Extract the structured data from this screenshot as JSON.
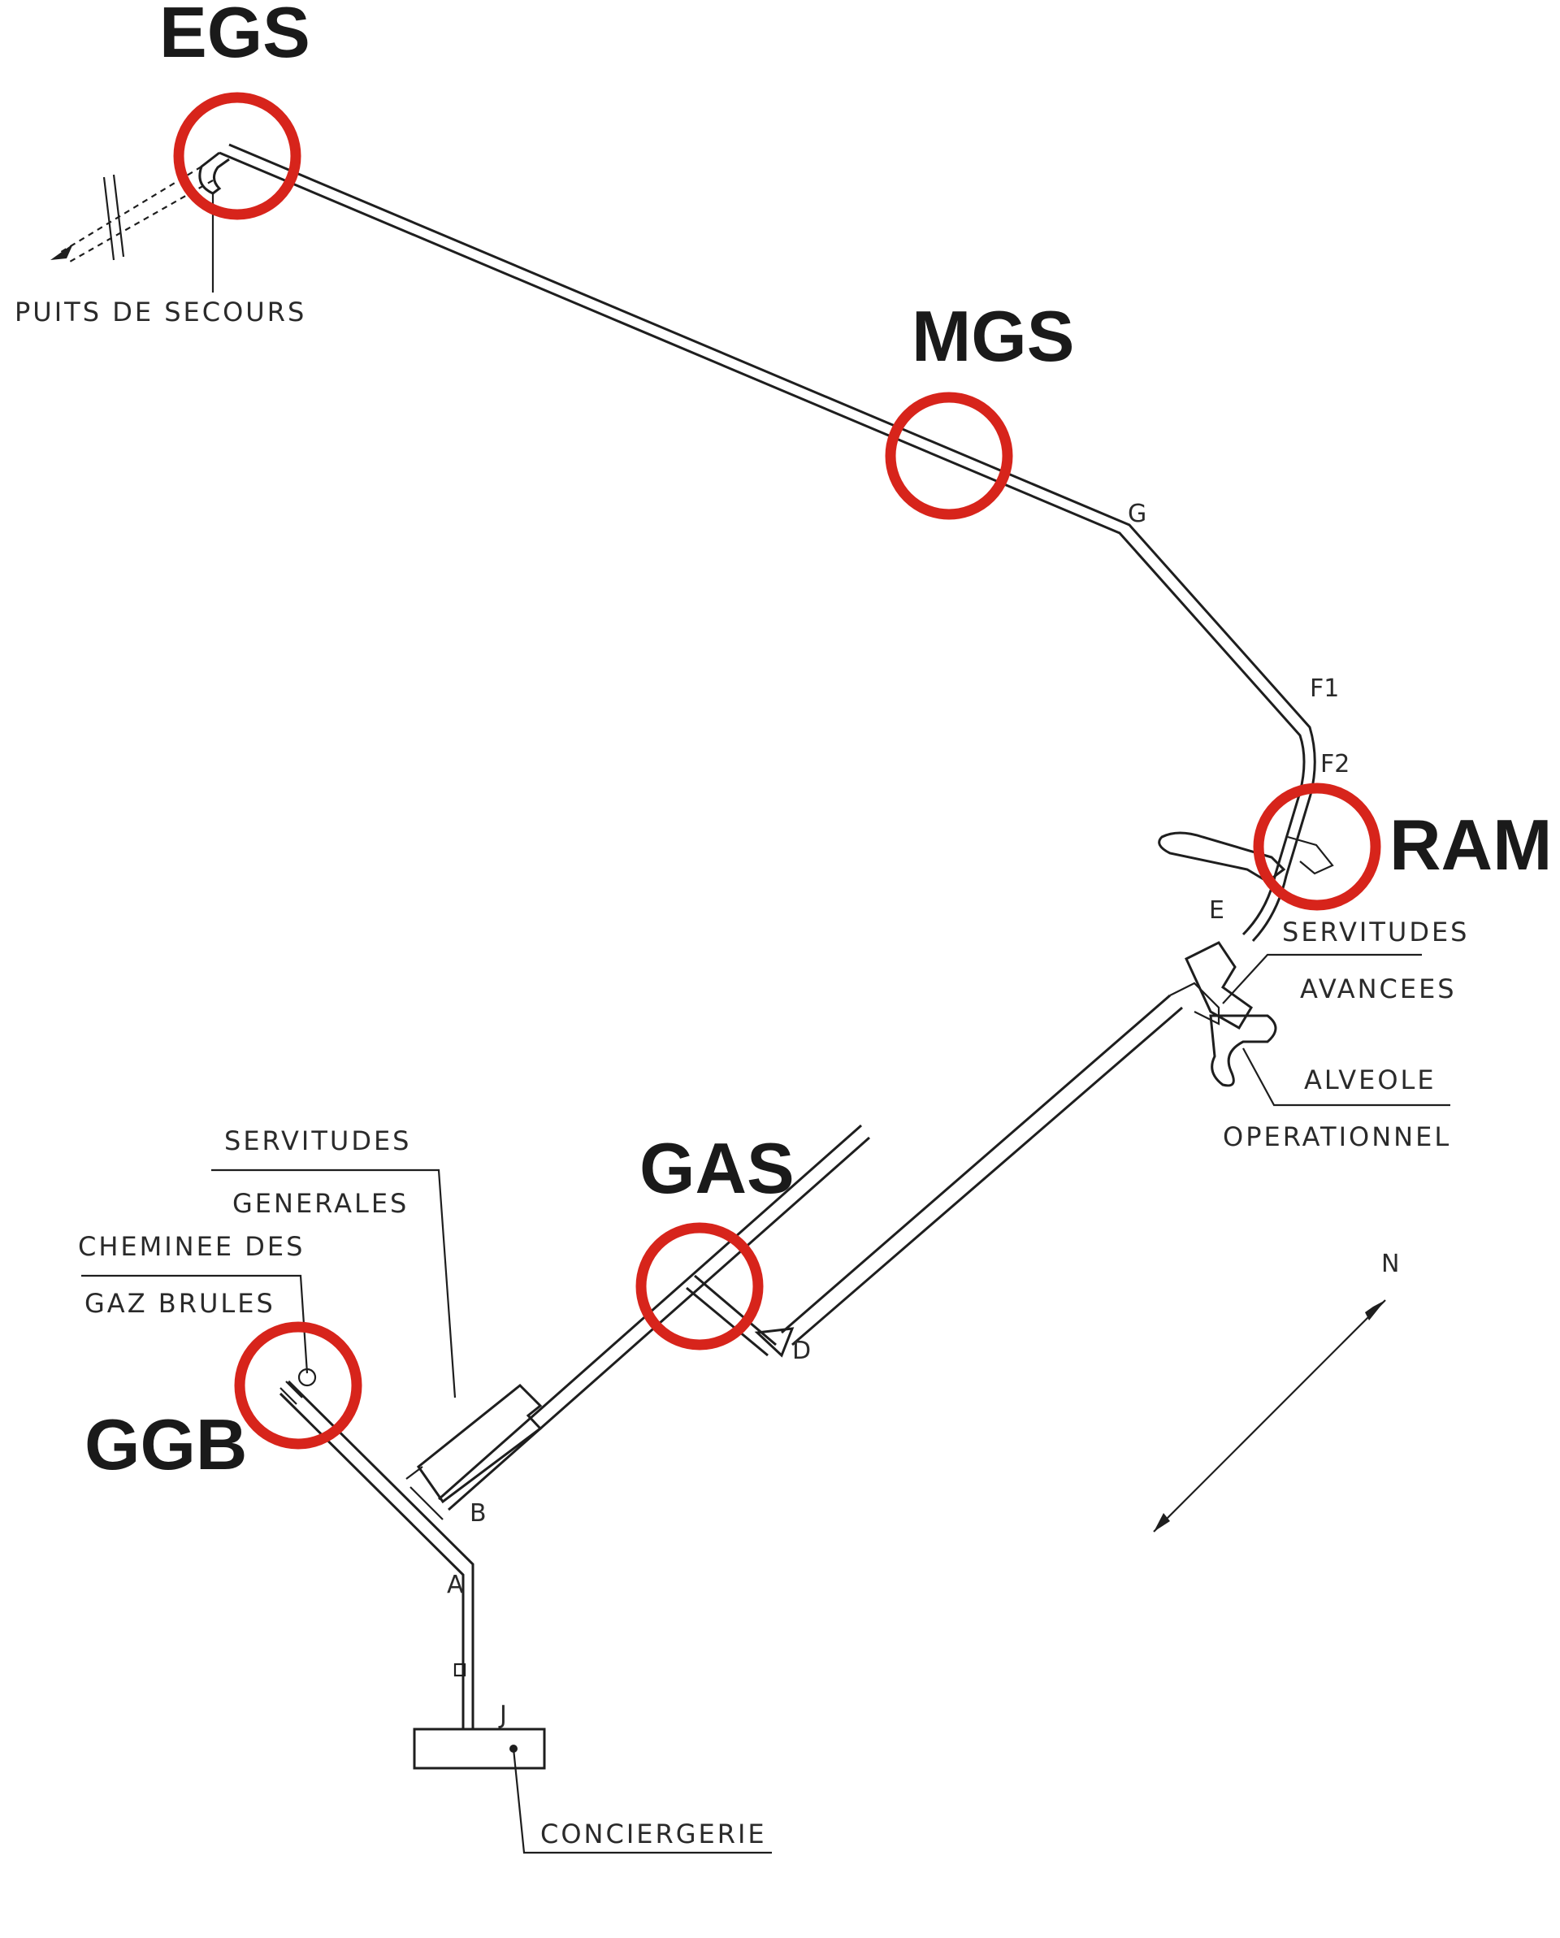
{
  "sites": [
    {
      "id": "egs",
      "label": "EGS"
    },
    {
      "id": "mgs",
      "label": "MGS"
    },
    {
      "id": "ram",
      "label": "RAM"
    },
    {
      "id": "gas",
      "label": "GAS"
    },
    {
      "id": "ggb",
      "label": "GGB"
    }
  ],
  "plan_labels": {
    "puits_de_secours": "PUITS  DE  SECOURS",
    "servitudes_avancees_1": "SERVITUDES",
    "servitudes_avancees_2": "AVANCEES",
    "alveole_1": "ALVEOLE",
    "alveole_2": "OPERATIONNEL",
    "servitudes_generales_1": "SERVITUDES",
    "servitudes_generales_2": "GENERALES",
    "cheminee_1": "CHEMINEE  DES",
    "cheminee_2": "GAZ  BRULES",
    "conciergerie": "CONCIERGERIE"
  },
  "points": {
    "g": "G",
    "f1": "F1",
    "f2": "F2",
    "e": "E",
    "d": "D",
    "b": "B",
    "a": "A",
    "j": "J",
    "n": "N"
  },
  "colors": {
    "circle": "#d7241b",
    "line": "#1e1e1e"
  }
}
